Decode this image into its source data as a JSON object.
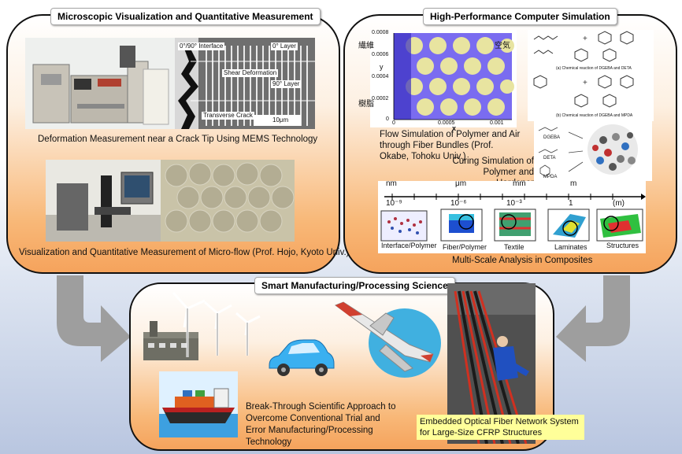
{
  "panels": {
    "micro": {
      "title": "Microscopic Visualization and Quantitative Measurement",
      "cap1": "Deformation Measurement near a Crack Tip Using MEMS Technology",
      "cap2": "Visualization  and Quantitative  Measurement of Micro-flow (Prof. Hojo, Kyoto Univ.)",
      "micrograph_labels": {
        "interface": "0°/90° Interface",
        "layer0": "0° Layer",
        "shear": "Shear Deformation",
        "layer90": "90° Layer",
        "crack": "Transverse Crack",
        "scale": "10μm"
      }
    },
    "hpc": {
      "title": "High-Performance Computer Simulation",
      "flow_caption": "Flow Simulation  of Polymer and Air through Fiber Bundles (Prof. Okabe, Tohoku Univ.)",
      "curing_caption": "Curing Simulation  of Polymer and Hardener",
      "plot_labels": {
        "fiber": "繊維",
        "air": "空気",
        "resin": "樹脂",
        "y_axis": "y",
        "x_axis": "x",
        "y_ticks": [
          "0.0008",
          "0.0006",
          "0.0004",
          "0.0002",
          "0"
        ],
        "x_ticks": [
          "0",
          "0.0005",
          "0.001"
        ]
      },
      "chem_labels": {
        "a": "(a) Chemical reaction of DGEBA and DETA",
        "b": "(b) Chemical reaction of DGEBA and MPDA",
        "dgeba": "DGEBA",
        "deta": "DETA",
        "mpda": "MPDA"
      },
      "scale_units": [
        "nm",
        "μm",
        "mm",
        "m"
      ],
      "scale_exps": [
        "10⁻⁹",
        "10⁻⁶",
        "10⁻³",
        "1",
        "(m)"
      ],
      "scales": [
        "Interface/Polymer",
        "Fiber/Polymer",
        "Textile",
        "Laminates",
        "Structures"
      ],
      "multiscale_caption": "Multi-Scale Analysis in Composites"
    },
    "smart": {
      "title": "Smart Manufacturing/Processing Science",
      "caption": "Break-Through Scientific Approach to Overcome Conventional Trial and Error Manufacturing/Processing Technology",
      "fiber_caption": "Embedded Optical Fiber Network System for Large-Size CFRP Structures"
    }
  },
  "colors": {
    "panel_orange": "#f5a35c",
    "arrow_gray": "#999999",
    "note_yellow": "#ffff99"
  }
}
